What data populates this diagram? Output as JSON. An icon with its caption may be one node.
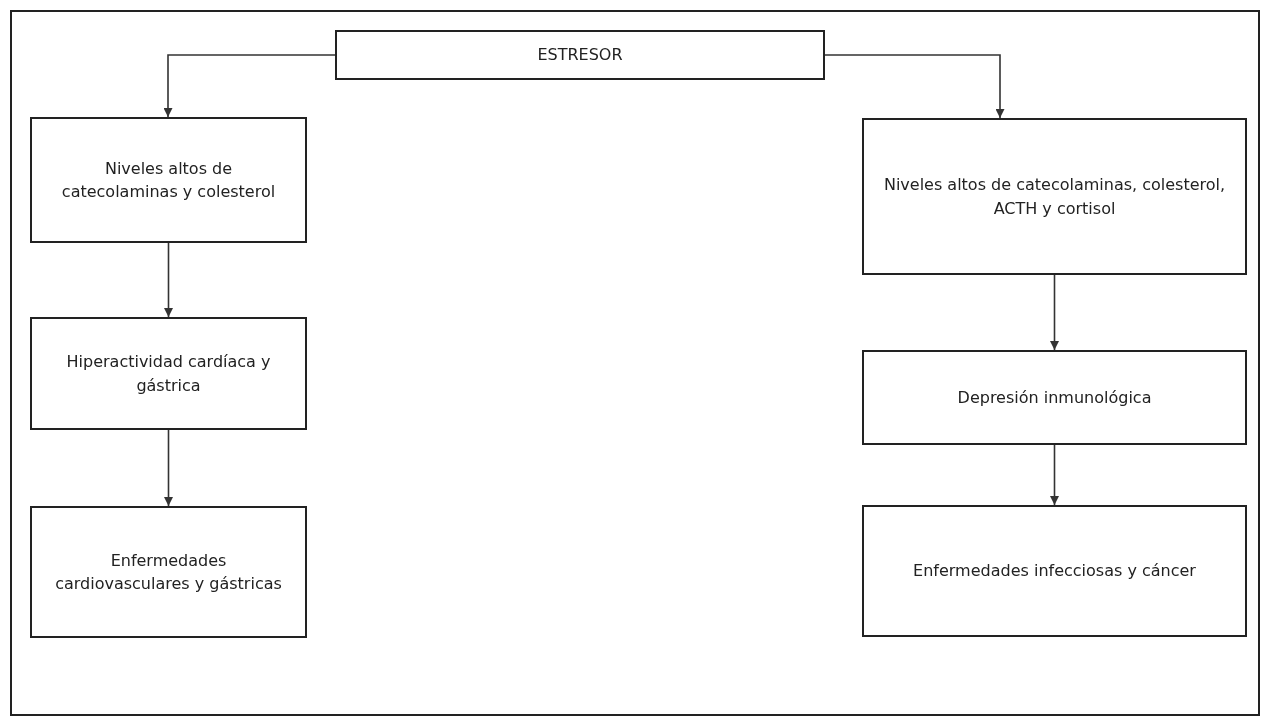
{
  "diagram": {
    "nodes": [
      {
        "text": [
          "ESTRESOR"
        ]
      },
      {
        "text": [
          "Niveles altos de catecolaminas y colesterol"
        ]
      },
      {
        "text": [
          "Hiperactividad cardíaca y gástrica"
        ]
      },
      {
        "text": [
          "Enfermedades cardiovasculares y gástricas"
        ]
      },
      {
        "text": [
          "Niveles altos de catecolaminas, colesterol, ACTH y cortisol"
        ]
      },
      {
        "text": [
          "Depresión inmunológica"
        ]
      },
      {
        "text": [
          "Enfermedades infecciosas y cáncer"
        ]
      }
    ],
    "edges": [
      {
        "from": 0,
        "to": 1,
        "arrow": "to"
      },
      {
        "from": 1,
        "to": 2,
        "arrow": "to"
      },
      {
        "from": 2,
        "to": 3,
        "arrow": "to"
      },
      {
        "from": 0,
        "to": 4,
        "arrow": "to"
      },
      {
        "from": 4,
        "to": 5,
        "arrow": "to"
      },
      {
        "from": 5,
        "to": 6,
        "arrow": "to"
      }
    ]
  }
}
